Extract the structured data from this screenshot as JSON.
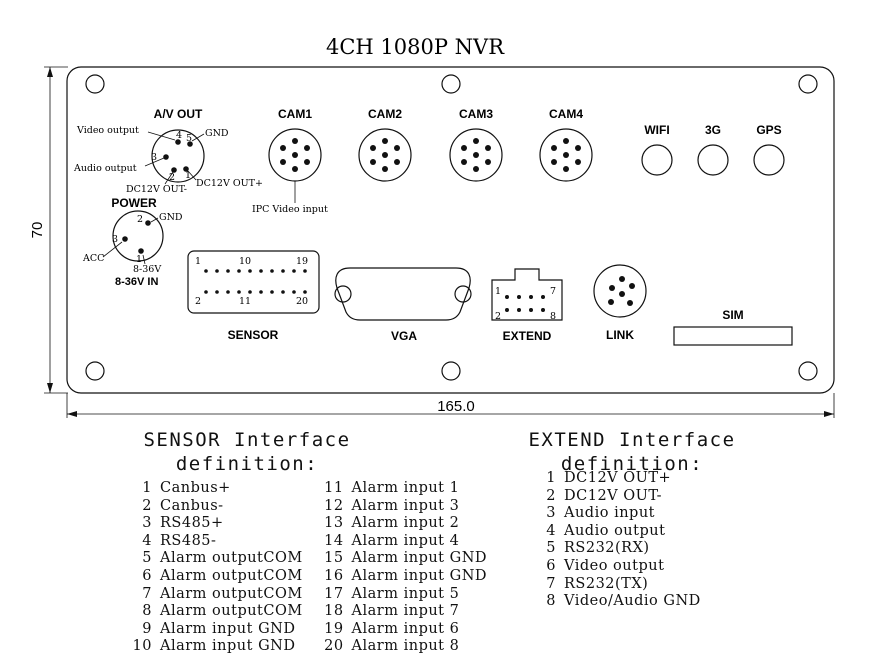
{
  "title": "4CH 1080P NVR",
  "dimensions": {
    "height": "70",
    "width": "165.0"
  },
  "panel": {
    "av_out": {
      "label": "A/V OUT",
      "pins": [
        "1",
        "2",
        "3",
        "4",
        "5"
      ],
      "pin_labels": {
        "video_output": "Video output",
        "gnd": "GND",
        "audio_output": "Audio output",
        "dc12v_minus": "DC12V OUT-",
        "dc12v_plus": "DC12V OUT+"
      }
    },
    "power": {
      "label": "POWER",
      "pins": [
        "1",
        "2",
        "3"
      ],
      "pin_labels": {
        "gnd": "GND",
        "acc": "ACC",
        "volt": "8-36V"
      },
      "sublabel": "8-36V IN"
    },
    "cams": [
      "CAM1",
      "CAM2",
      "CAM3",
      "CAM4"
    ],
    "ipc_label": "IPC Video input",
    "antennas": [
      "WIFI",
      "3G",
      "GPS"
    ],
    "sensor": {
      "label": "SENSOR",
      "pin_top_left": "1",
      "pin_top_mid": "10",
      "pin_top_right": "19",
      "pin_bot_left": "2",
      "pin_bot_mid": "11",
      "pin_bot_right": "20"
    },
    "vga": {
      "label": "VGA"
    },
    "extend": {
      "label": "EXTEND",
      "pin_tl": "1",
      "pin_tr": "7",
      "pin_bl": "2",
      "pin_br": "8"
    },
    "link": {
      "label": "LINK"
    },
    "sim": {
      "label": "SIM"
    }
  },
  "sensor_def": {
    "title_line1": "SENSOR Interface",
    "title_line2": "definition:",
    "left": [
      {
        "n": "1",
        "t": "Canbus+"
      },
      {
        "n": "2",
        "t": "Canbus-"
      },
      {
        "n": "3",
        "t": "RS485+"
      },
      {
        "n": "4",
        "t": "RS485-"
      },
      {
        "n": "5",
        "t": "Alarm outputCOM"
      },
      {
        "n": "6",
        "t": "Alarm outputCOM"
      },
      {
        "n": "7",
        "t": "Alarm outputCOM"
      },
      {
        "n": "8",
        "t": "Alarm outputCOM"
      },
      {
        "n": "9",
        "t": "Alarm input GND"
      },
      {
        "n": "10",
        "t": "Alarm input GND"
      }
    ],
    "right": [
      {
        "n": "11",
        "t": "Alarm input 1"
      },
      {
        "n": "12",
        "t": "Alarm input 3"
      },
      {
        "n": "13",
        "t": "Alarm input 2"
      },
      {
        "n": "14",
        "t": "Alarm input 4"
      },
      {
        "n": "15",
        "t": "Alarm input GND"
      },
      {
        "n": "16",
        "t": "Alarm input GND"
      },
      {
        "n": "17",
        "t": "Alarm input 5"
      },
      {
        "n": "18",
        "t": "Alarm input 7"
      },
      {
        "n": "19",
        "t": "Alarm input 6"
      },
      {
        "n": "20",
        "t": "Alarm input 8"
      }
    ]
  },
  "extend_def": {
    "title_line1": "EXTEND Interface",
    "title_line2": "definition:",
    "items": [
      {
        "n": "1",
        "t": "DC12V OUT+"
      },
      {
        "n": "2",
        "t": "DC12V OUT-"
      },
      {
        "n": "3",
        "t": "Audio input"
      },
      {
        "n": "4",
        "t": "Audio output"
      },
      {
        "n": "5",
        "t": "RS232(RX)"
      },
      {
        "n": "6",
        "t": "Video output"
      },
      {
        "n": "7",
        "t": "RS232(TX)"
      },
      {
        "n": "8",
        "t": "Video/Audio GND"
      }
    ]
  }
}
